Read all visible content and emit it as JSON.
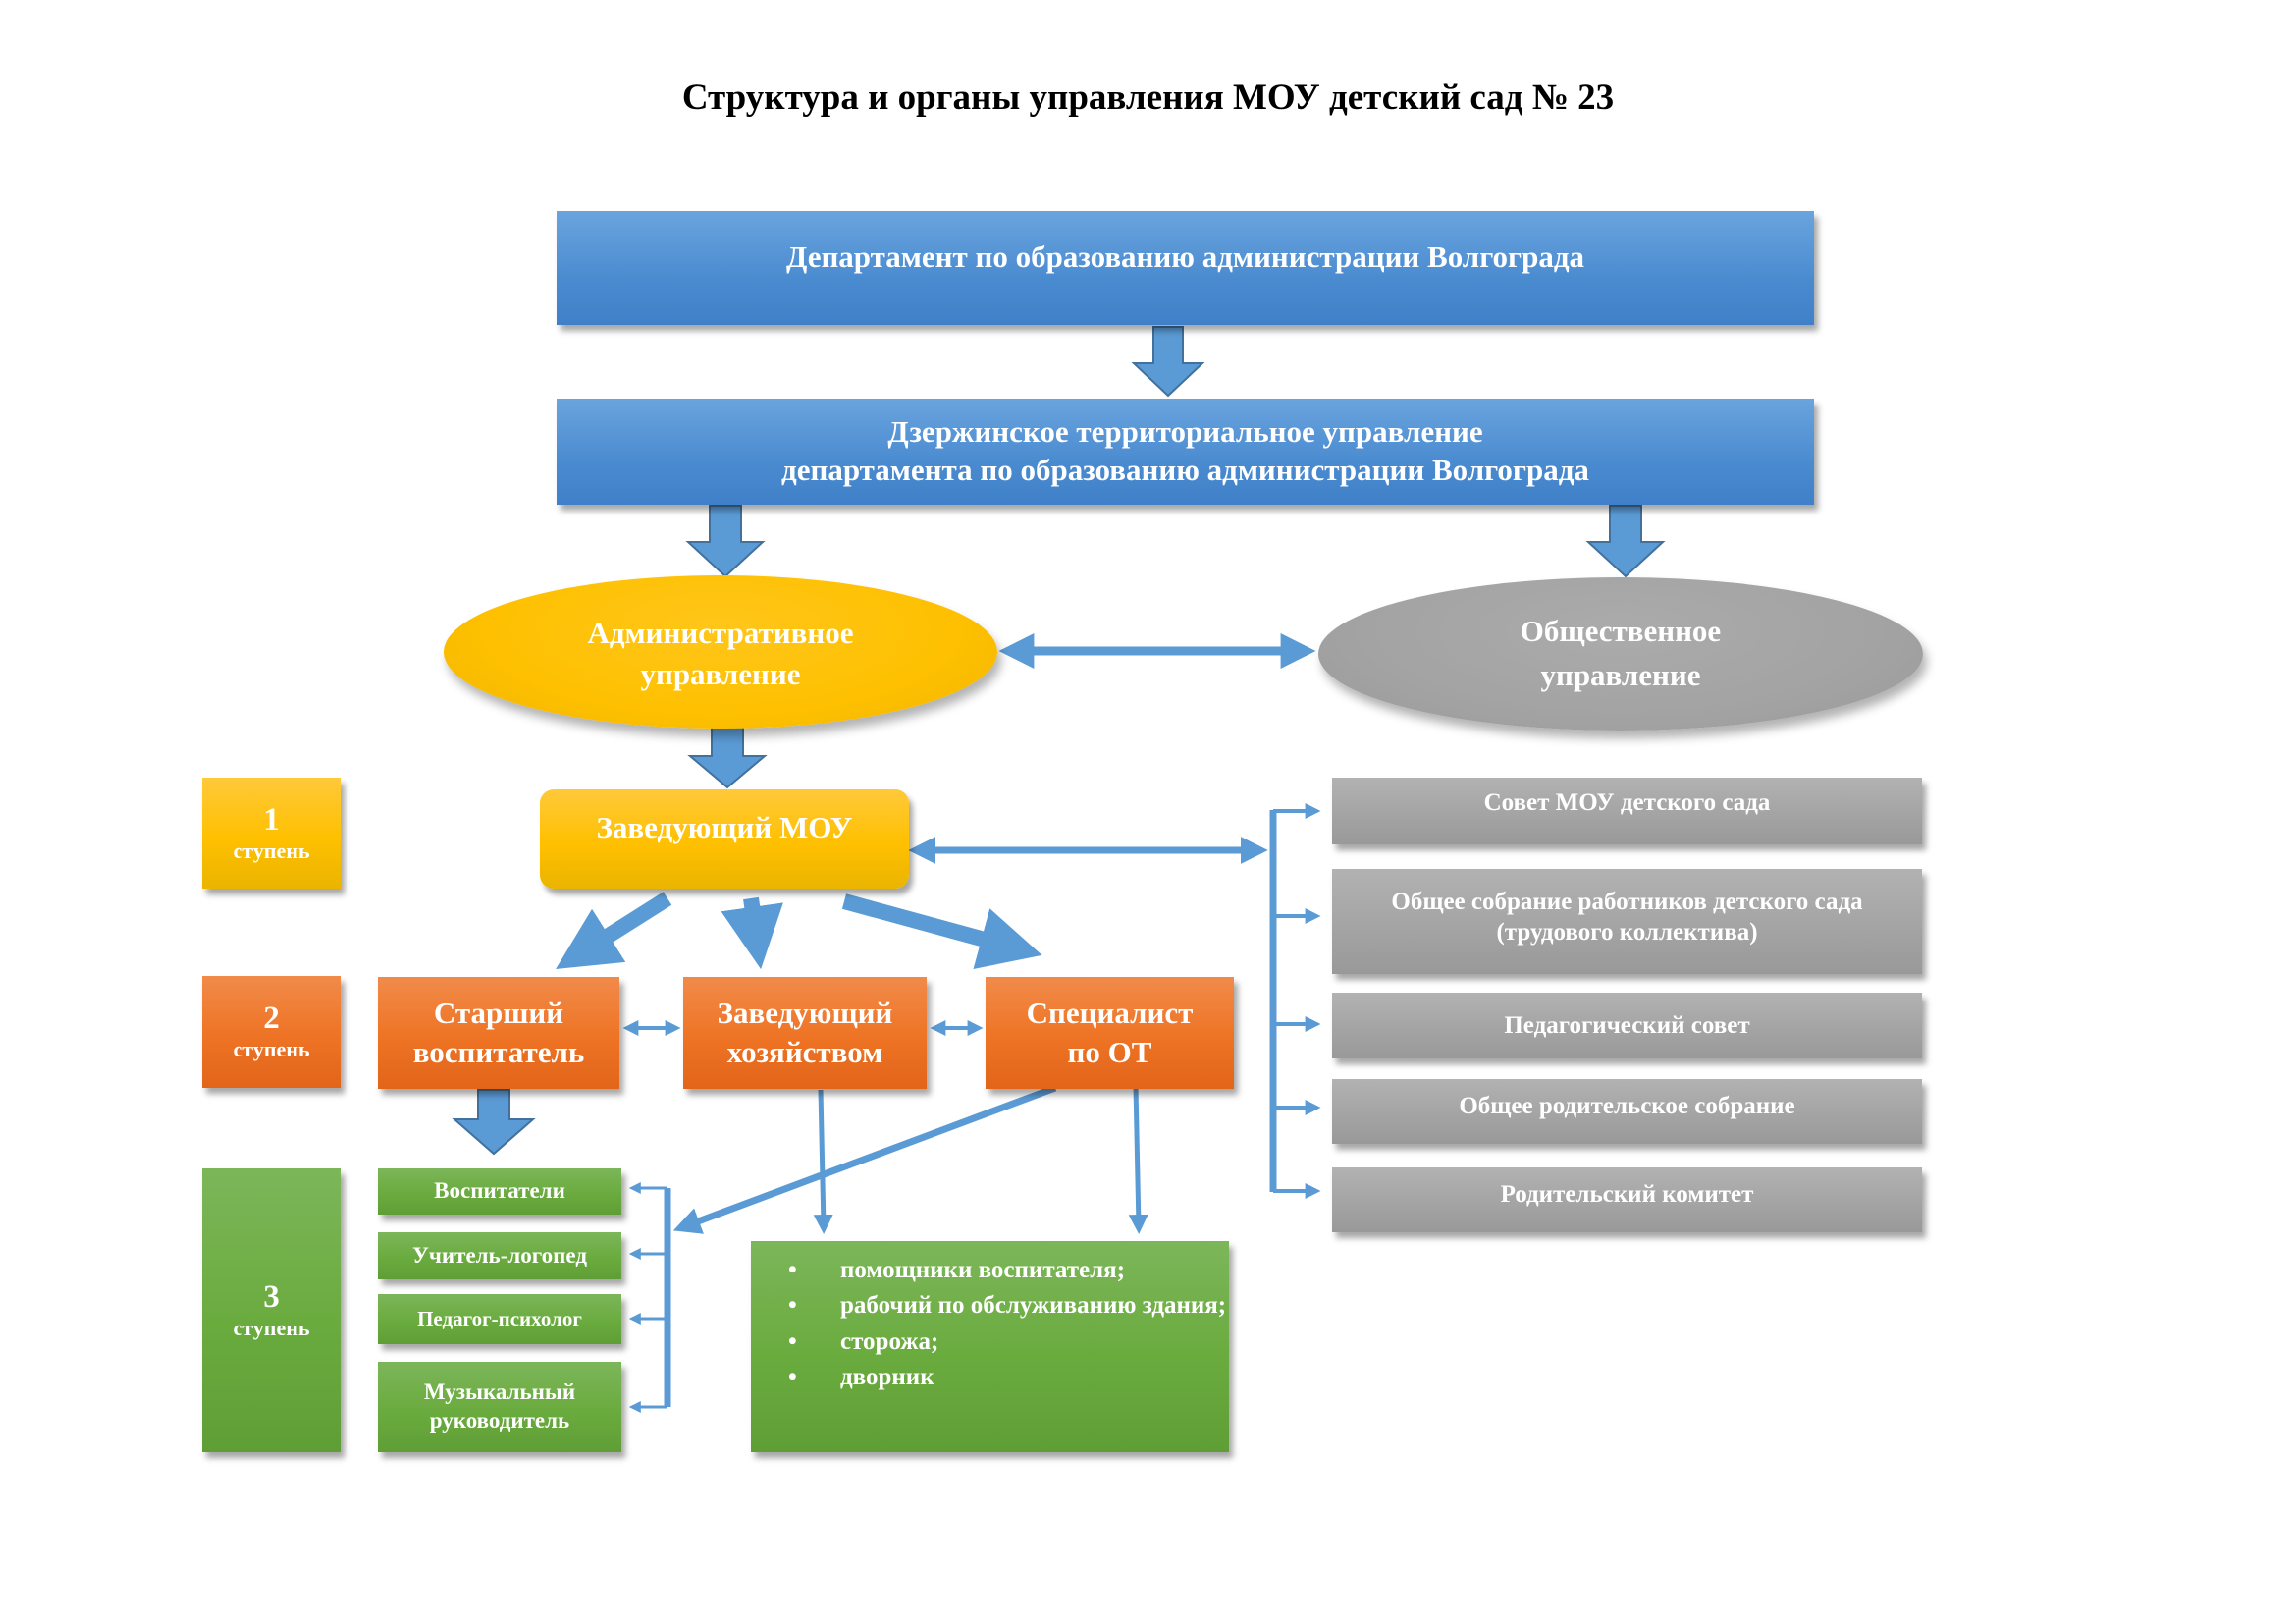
{
  "title": "Структура и органы управления МОУ детский сад № 23",
  "colors": {
    "arrow": "#5b9bd5",
    "blue": "#4a8bd0",
    "yellow": "#ffc000",
    "orange": "#ee7324",
    "green": "#6aab3e",
    "gray": "#a4a4a4"
  },
  "department": "Департамент по образованию администрации Волгограда",
  "territorial": {
    "line1": "Дзержинское территориальное управление",
    "line2": "департамента по образованию администрации Волгограда"
  },
  "administrative": {
    "line1": "Административное",
    "line2": "управление"
  },
  "public": {
    "line1": "Общественное",
    "line2": "управление"
  },
  "head": "Заведующий МОУ",
  "steps": [
    {
      "number": "1",
      "label": "ступень"
    },
    {
      "number": "2",
      "label": "ступень"
    },
    {
      "number": "3",
      "label": "ступень"
    }
  ],
  "level2": [
    {
      "line1": "Старший",
      "line2": "воспитатель"
    },
    {
      "line1": "Заведующий",
      "line2": "хозяйством"
    },
    {
      "line1": "Специалист",
      "line2": "по ОТ"
    }
  ],
  "level3_pedagogical": [
    {
      "line1": "Воспитатели"
    },
    {
      "line1": "Учитель-логопед"
    },
    {
      "line1": "Педагог-психолог"
    },
    {
      "line1": "Музыкальный",
      "line2": "руководитель"
    }
  ],
  "level3_support": [
    "помощники воспитателя;",
    "рабочий по обслуживанию здания;",
    "сторожа;",
    "дворник"
  ],
  "public_bodies": [
    {
      "line1": "Совет МОУ детского сада"
    },
    {
      "line1": "Общее собрание работников детского сада",
      "line2": "(трудового коллектива)"
    },
    {
      "line1": "Педагогический совет"
    },
    {
      "line1": "Общее родительское собрание"
    },
    {
      "line1": "Родительский комитет"
    }
  ]
}
